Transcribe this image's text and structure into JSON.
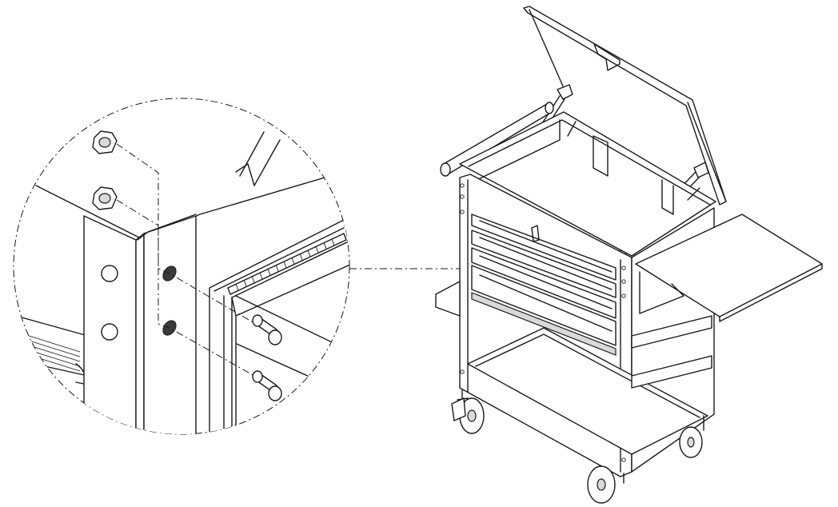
{
  "figure": {
    "type": "assembly-illustration",
    "subject": "tool-cart",
    "detail_callout": "circular-magnified-detail",
    "colors": {
      "line": "#1a1a1a",
      "background": "#ffffff",
      "shade": "#d9d9d9"
    }
  }
}
